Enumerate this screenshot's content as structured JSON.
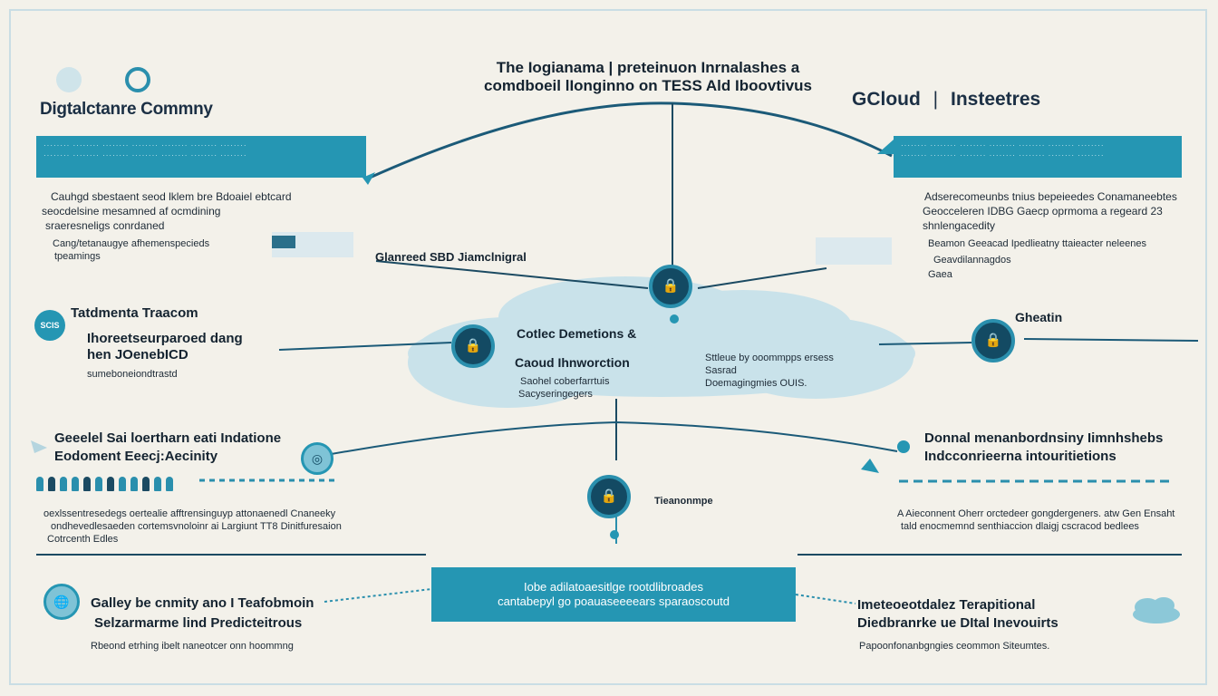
{
  "header": {
    "title_line1": "The Iogianama | preteinuon Inrnalashes a",
    "title_line2": "comdboeil lIonginno on TESS Ald Iboovtivus"
  },
  "left_brand": {
    "name": "Digtalctanre Commny",
    "band_line1": "········ ········ ········ ········ ········ ········ ········",
    "band_line2": "········ ········ ········ ········ ········ ········ ········",
    "desc_line1": "Cauhgd sbestaent seod lklem bre Bdoaiel ebtcard",
    "desc_line2": "seocdelsine mesamned af ocmdining",
    "desc_line3": "sraeresneligs conrdaned",
    "bullet_line1": "Cang/tetanaugye afhemenspecieds",
    "bullet_line2": "tpeamings"
  },
  "right_brand": {
    "name": "GCloud",
    "separator": "|",
    "name2": "Insteetres",
    "band_line1": "········ ········ ········ ········ ········ ········ ········",
    "band_line2": "········ ········ ········ ········ ········ ········ ········",
    "desc_line1": "Adserecomeunbs tnius bepeieedes Conamaneebtes",
    "desc_line2": "Geocceleren IDBG Gaecp oprmoma a regeard 23",
    "desc_line3": "shnlengacedity",
    "bullet_line1": "Beamon Geeacad Ipedlieatny ttaieacter neleenes",
    "bullet_line2": "Geavdilannagdos",
    "bullet_line3": "Gaea"
  },
  "center": {
    "label_top": "Glanreed SBD Jiamclnigral",
    "cloud_title1": "Cotlec Demetions &",
    "cloud_title2": "Caoud Ihnworction",
    "cloud_sub1": "Saohel coberfarrtuis",
    "cloud_sub2": "Sacyseringegers",
    "cloud_right1": "Sttleue by ooommpps ersess",
    "cloud_right2": "Sasrad",
    "cloud_right3": "Doemagingmies OUIS.",
    "bottom_hub_label": "Tieanonmpe"
  },
  "left_mid": {
    "badge": "SCIS",
    "title": "Tatdmenta Traacom",
    "sub1": "Ihoreetseurparoed dang",
    "sub2": "hen JOenebICD",
    "sub3": "sumeboneiondtrastd"
  },
  "right_mid": {
    "label": "Gheatin"
  },
  "left_low": {
    "title1": "Geeelel Sai loertharn eati Indatione",
    "title2": "Eodoment Eeecj:Aecinity",
    "text1": "oexlssentresedegs oertealie afftrensinguyp attonaenedl Cnaneeky",
    "text2": "ondhevedlesaeden cortemsvnoloinr ai Largiunt TT8 Dinitfuresaion",
    "text3": "Cotrcenth Edles"
  },
  "right_low": {
    "title1": "Donnal menanbordnsiny Iimnhshebs",
    "title2": "Indcconrieerna intouritietions",
    "text1": "A Aieconnent Oherr orctedeer gongdergeners. atw Gen Ensaht",
    "text2": "tald enocmemnd senthiaccion dlaigj cscracod bedlees"
  },
  "footer": {
    "band_line1": "Iobe adilatoaesitlge rootdlibroades",
    "band_line2": "cantabepyl go poauaseeeears sparaoscoutd",
    "left_title1": "Galley be cnmity ano I Teafobmoin",
    "left_title2": "Selzarmarme lind Predicteitrous",
    "left_text": "Rbeond etrhing ibelt naneotcer onn hoommng",
    "right_title1": "Imeteoeotdalez Terapitional",
    "right_title2": "Diedbranrke ue DItal Inevouirts",
    "right_text": "Papoonfonanbgngies ceommon Siteumtes."
  },
  "colors": {
    "accent": "#2596b3",
    "dark": "#134a63",
    "background": "#f3f1ea"
  },
  "icons": {
    "hub": "lock-shield-icon",
    "cloud": "cloud-icon",
    "people": "people-icon",
    "globe": "globe-icon"
  }
}
